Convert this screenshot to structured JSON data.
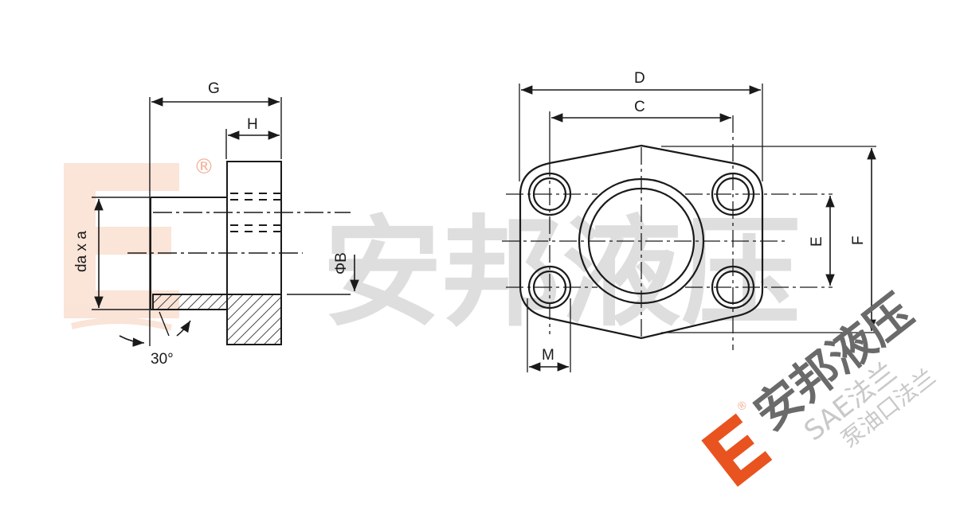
{
  "side_view": {
    "dim_G": "G",
    "dim_H": "H",
    "dim_da": "da x a",
    "dim_phiB": "ΦB",
    "angle": "30°"
  },
  "front_view": {
    "dim_D": "D",
    "dim_C": "C",
    "dim_E": "E",
    "dim_F": "F",
    "dim_M": "M"
  },
  "watermark": {
    "center_text": "安邦液压",
    "corner_brand": "安邦液压",
    "corner_line1": "SAE法兰",
    "corner_line2": "泵油口法兰",
    "registered": "®",
    "brand_color": "#e8531f",
    "watermark_gray": "#d2d2d2"
  }
}
